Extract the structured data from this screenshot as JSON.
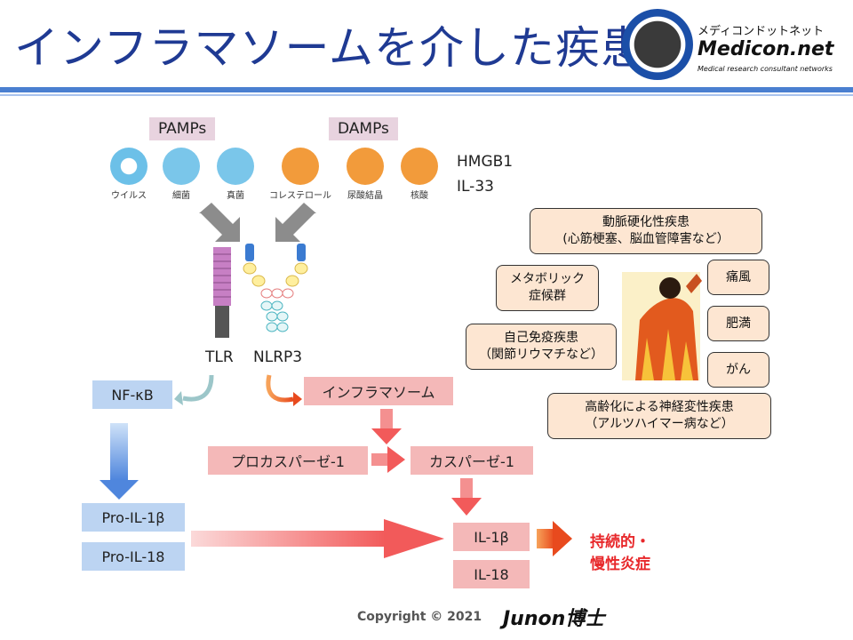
{
  "title": "インフラマソームを介した疾患",
  "logo": {
    "kana": "メディコンドットネット",
    "name": "Medicon.net",
    "subtitle": "Medical research consultant networks"
  },
  "pamps": {
    "label": "PAMPs",
    "items": [
      "ウイルス",
      "細菌",
      "真菌"
    ]
  },
  "damps": {
    "label": "DAMPs",
    "items": [
      "コレステロール",
      "尿酸結晶",
      "核酸"
    ],
    "extra": [
      "HMGB1",
      "IL-33"
    ]
  },
  "receptors": {
    "tlr": "TLR",
    "nlrp3": "NLRP3"
  },
  "pathway": {
    "nfkb": "NF-κB",
    "inflammasome": "インフラマソーム",
    "procaspase": "プロカスパーゼ-1",
    "caspase": "カスパーゼ-1",
    "pro_il1b": "Pro-IL-1β",
    "pro_il18": "Pro-IL-18",
    "il1b": "IL-1β",
    "il18": "IL-18",
    "outcome_line1": "持続的・",
    "outcome_line2": "慢性炎症"
  },
  "diseases": {
    "arterio_line1": "動脈硬化性疾患",
    "arterio_line2": "(心筋梗塞、脳血管障害など）",
    "metabolic_line1": "メタボリック",
    "metabolic_line2": "症候群",
    "autoimmune_line1": "自己免疫疾患",
    "autoimmune_line2": "（関節リウマチなど）",
    "gout": "痛風",
    "obesity": "肥満",
    "cancer": "がん",
    "neuro_line1": "高齢化による神経変性疾患",
    "neuro_line2": "（アルツハイマー病など）"
  },
  "copyright": "Copyright © 2021",
  "signature": "Junon博士",
  "colors": {
    "title": "#1f3a93",
    "pink_box": "#f4b8b8",
    "blue_box": "#bcd4f2",
    "disease_box": "#fde6d2",
    "outcome_text": "#e8282b"
  }
}
